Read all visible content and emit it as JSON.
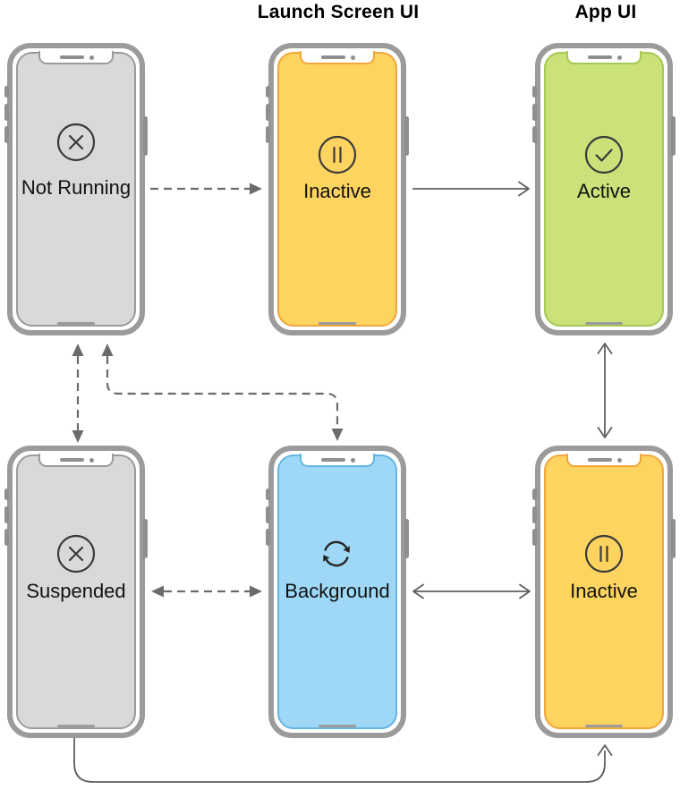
{
  "diagram": {
    "title_implicit": "iOS app life cycle states",
    "headers": {
      "launch_screen": "Launch Screen UI",
      "app_ui": "App UI"
    },
    "phones": [
      {
        "label": "Not Running",
        "icon": "x-circle-icon",
        "screen_color": "gray"
      },
      {
        "label": "Inactive",
        "icon": "pause-circle-icon",
        "screen_color": "yellow"
      },
      {
        "label": "Active",
        "icon": "check-circle-icon",
        "screen_color": "green"
      },
      {
        "label": "Suspended",
        "icon": "x-circle-icon",
        "screen_color": "gray"
      },
      {
        "label": "Background",
        "icon": "refresh-icon",
        "screen_color": "blue"
      },
      {
        "label": "Inactive",
        "icon": "pause-circle-icon",
        "screen_color": "yellow"
      }
    ],
    "transitions": [
      {
        "from": "Not Running",
        "to": "Inactive (Launch Screen UI)",
        "style": "dashed",
        "direction": "one-way"
      },
      {
        "from": "Inactive (Launch Screen UI)",
        "to": "Active",
        "style": "solid",
        "direction": "one-way"
      },
      {
        "from": "Active",
        "to": "Inactive (App UI)",
        "style": "solid",
        "direction": "two-way"
      },
      {
        "from": "Not Running",
        "to": "Suspended",
        "style": "dashed",
        "direction": "two-way"
      },
      {
        "from": "Not Running",
        "to": "Background",
        "style": "dashed",
        "direction": "two-way"
      },
      {
        "from": "Suspended",
        "to": "Background",
        "style": "dashed",
        "direction": "two-way"
      },
      {
        "from": "Background",
        "to": "Inactive (App UI)",
        "style": "solid",
        "direction": "two-way"
      },
      {
        "from": "Suspended",
        "to": "Inactive (App UI)",
        "style": "solid",
        "direction": "one-way"
      }
    ],
    "colors": {
      "gray_fill": "#D9D9D9",
      "gray_border": "#9B9B9B",
      "yellow_fill": "#FDD45F",
      "yellow_border": "#F0A63C",
      "green_fill": "#CBE17A",
      "green_border": "#A5C952",
      "blue_fill": "#9ED8F6",
      "blue_border": "#64B5E4",
      "frame": "#9B9B9B",
      "arrow": "#666666",
      "icon_stroke": "#3A3A3A",
      "label_text": "#111111"
    }
  }
}
